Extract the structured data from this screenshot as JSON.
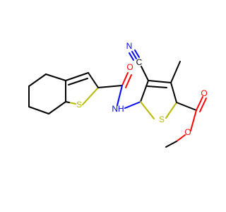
{
  "molecule": {
    "atom_labels": {
      "S_left": "S",
      "S_right": "S",
      "O_amide": "O",
      "N_amide": "NH",
      "O_ester_carbonyl": "O",
      "O_ester_single": "O",
      "N_nitrile": "N",
      "C_nitrile": "C"
    },
    "colors": {
      "carbon": "#000000",
      "nitrogen": "#0000ff",
      "oxygen": "#ff0000",
      "sulfur": "#b8b800"
    }
  }
}
